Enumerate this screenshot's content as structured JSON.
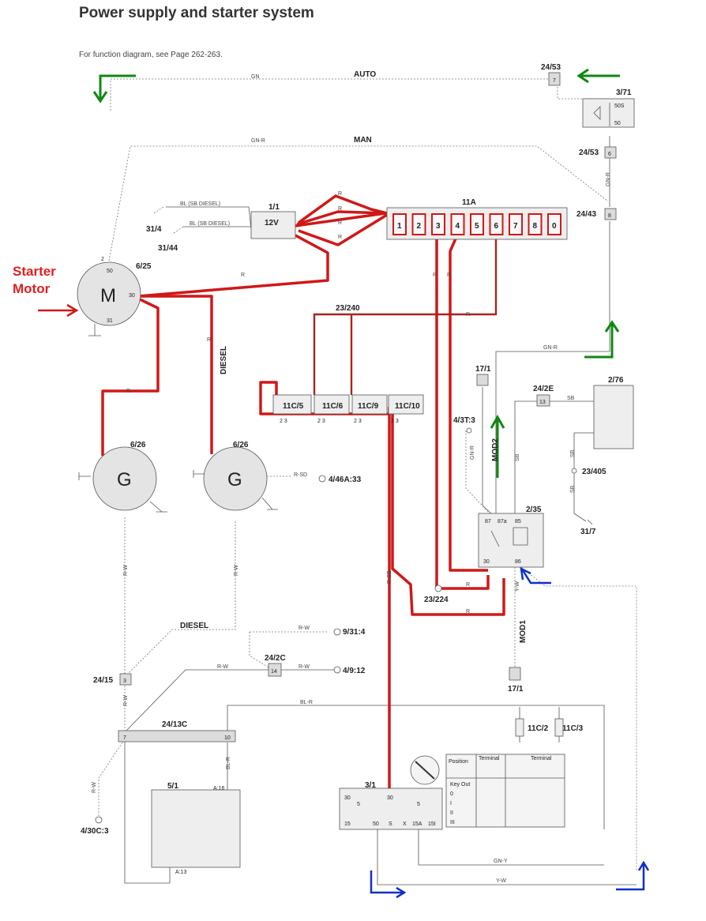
{
  "page": {
    "title": "Power supply and starter system",
    "subtitle": "For function diagram, see Page 262-263."
  },
  "annotation": {
    "starter_line1": "Starter",
    "starter_line2": "Motor"
  },
  "circuits": {
    "auto": "AUTO",
    "man": "MAN",
    "diesel": "DIESEL",
    "mod1": "MOD1",
    "mod2": "MOD2"
  },
  "components": {
    "c2453_top": "24/53",
    "c2453_top_pin": "7",
    "c371": "3/71",
    "c371_p1": "50S",
    "c371_p2": "50",
    "c2453_mid": "24/53",
    "c2453_mid_pin": "6",
    "c2443": "24/43",
    "c2443_pin": "8",
    "c11": "1/1",
    "c11_volt": "12V",
    "c314": "31/4",
    "c3144": "31/44",
    "c11a": "11A",
    "c625": "6/25",
    "c625_letter": "M",
    "c625_p50": "50",
    "c625_p30": "30",
    "c625_p31": "31",
    "c625_p2": "2",
    "c23240": "23/240",
    "c171_top": "17/1",
    "c242e": "24/2E",
    "c242e_pin": "13",
    "c276": "2/76",
    "c43t3": "4/3T:3",
    "c23405": "23/405",
    "c317": "31/7",
    "c235": "2/35",
    "p87": "87",
    "p87a": "87a",
    "p85": "85",
    "p30": "30",
    "p86": "86",
    "fuse_11c5": "11C/5",
    "fuse_11c6": "11C/6",
    "fuse_11c9": "11C/9",
    "fuse_11c10": "11C/10",
    "fuse_sub": "2 3",
    "c626_left": "6/26",
    "c626_right": "6/26",
    "gen_letter": "G",
    "c446a33": "4/46A:33",
    "c23224": "23/224",
    "c9314": "9/31:4",
    "c242c": "24/2C",
    "c242c_pin": "14",
    "c4912": "4/9:12",
    "c2415": "24/15",
    "c2415_pin": "3",
    "c171_bot": "17/1",
    "c2413c": "24/13C",
    "c2413c_p7": "7",
    "c2413c_p10": "10",
    "fuse_11c2": "11C/2",
    "fuse_11c3": "11C/3",
    "c51": "5/1",
    "c51_a16": "A:16",
    "c51_a13": "A:13",
    "c430c3": "4/30C:3",
    "c31": "3/1",
    "c31_p30": "30",
    "c31_p5": "5",
    "c31_p15": "15",
    "c31_p50": "50",
    "c31_s": "S",
    "c31_x": "X",
    "c31_15a": "15A",
    "c31_15i": "15I",
    "fuse_numbers": [
      "1",
      "2",
      "3",
      "4",
      "5",
      "6",
      "7",
      "8",
      "0"
    ]
  },
  "wires": {
    "gn": "GN",
    "gnr": "GN-R",
    "r": "R",
    "sb": "SB",
    "rw": "R-W",
    "rsb": "R-SB",
    "rsd": "R-SD",
    "blr": "BL-R",
    "gny": "GN-Y",
    "yw": "Y-W",
    "bl_sb_diesel": "BL (SB DIESEL)"
  },
  "ignition_table": {
    "position_header": "Position",
    "terminal_header": "Terminal",
    "rows": [
      "Key Out",
      "0",
      "I",
      "II",
      "III"
    ]
  },
  "colors": {
    "starter_highlight": "#d01818",
    "ground_arrow": "#118811",
    "signal_arrow": "#1030c8"
  }
}
